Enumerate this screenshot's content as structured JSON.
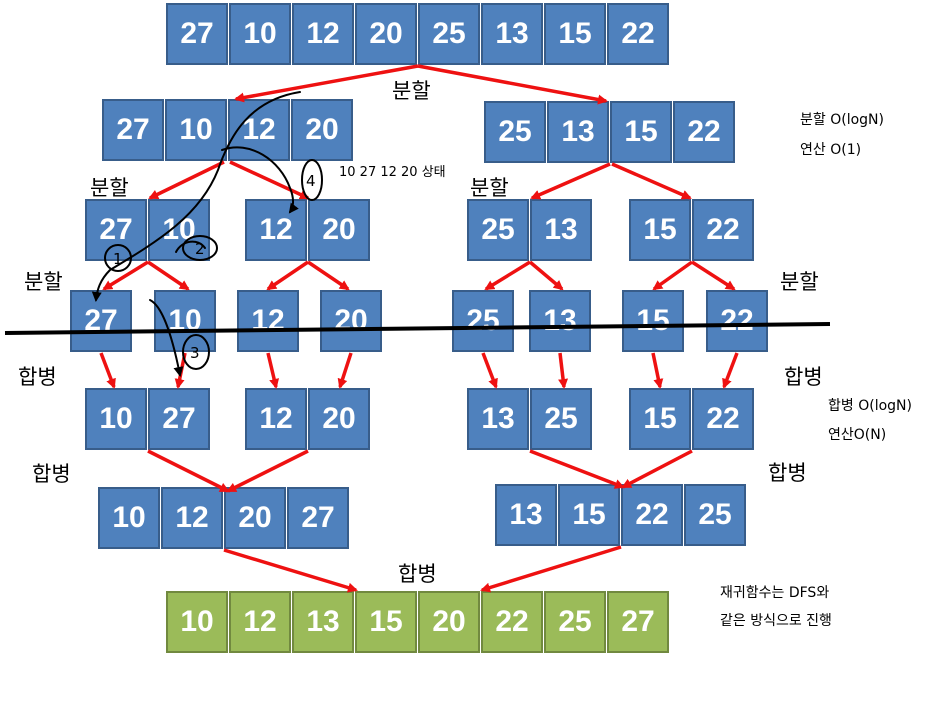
{
  "rows": {
    "top": [
      "27",
      "10",
      "12",
      "20",
      "25",
      "13",
      "15",
      "22"
    ],
    "d1_left": [
      "27",
      "10",
      "12",
      "20"
    ],
    "d1_right": [
      "25",
      "13",
      "15",
      "22"
    ],
    "d2": [
      [
        "27",
        "10"
      ],
      [
        "12",
        "20"
      ],
      [
        "25",
        "13"
      ],
      [
        "15",
        "22"
      ]
    ],
    "d3": [
      "27",
      "10",
      "12",
      "20",
      "25",
      "13",
      "15",
      "22"
    ],
    "m1": [
      [
        "10",
        "27"
      ],
      [
        "12",
        "20"
      ],
      [
        "13",
        "25"
      ],
      [
        "15",
        "22"
      ]
    ],
    "m2_left": [
      "10",
      "12",
      "20",
      "27"
    ],
    "m2_right": [
      "13",
      "15",
      "22",
      "25"
    ],
    "final": [
      "10",
      "12",
      "13",
      "15",
      "20",
      "22",
      "25",
      "27"
    ]
  },
  "labels": {
    "split": "분할",
    "merge": "합병"
  },
  "notes": {
    "split_cost_1": "분할 O(logN)",
    "split_cost_2": "연산 O(1)",
    "merge_cost_1": "합병 O(logN)",
    "merge_cost_2": "연산O(N)",
    "recursion_1": "재귀함수는 DFS와",
    "recursion_2": "같은 방식으로 진행",
    "state": "10 27 12 20 상태"
  },
  "handwritten_marks": [
    "1",
    "2",
    "3",
    "4"
  ],
  "colors": {
    "cell_blue": "#4f81bd",
    "cell_green": "#9bbb59",
    "arrow_red": "#ee1111",
    "ink": "#000000"
  }
}
